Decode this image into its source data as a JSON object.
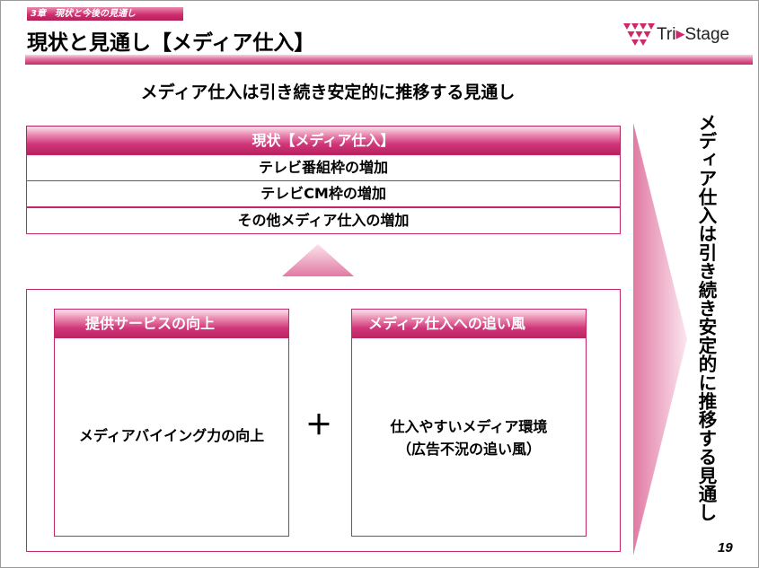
{
  "header": {
    "chapter_tab": "3章　現状と今後の見通し",
    "title": "現状と見通し【メディア仕入】",
    "logo_text_1": "Tri",
    "logo_text_2": "Stage"
  },
  "subtitle": "メディア仕入は引き続き安定的に推移する見通し",
  "current_status": {
    "header": "現状【メディア仕入】",
    "rows": [
      "テレビ番組枠の増加",
      "テレビCM枠の増加",
      "その他メディア仕入の増加"
    ]
  },
  "factors": {
    "left": {
      "header": "提供サービスの向上",
      "text": "メディアバイイング力の向上"
    },
    "operator": "＋",
    "right": {
      "header": "メディア仕入への追い風",
      "text_line1": "仕入やすいメディア環境",
      "text_line2": "（広告不況の追い風）"
    }
  },
  "conclusion_vertical": "メディア仕入は引き続き安定的に推移する見通し",
  "page_number": "19",
  "colors": {
    "accent": "#c9276a",
    "accent_light": "#ea8db2"
  }
}
